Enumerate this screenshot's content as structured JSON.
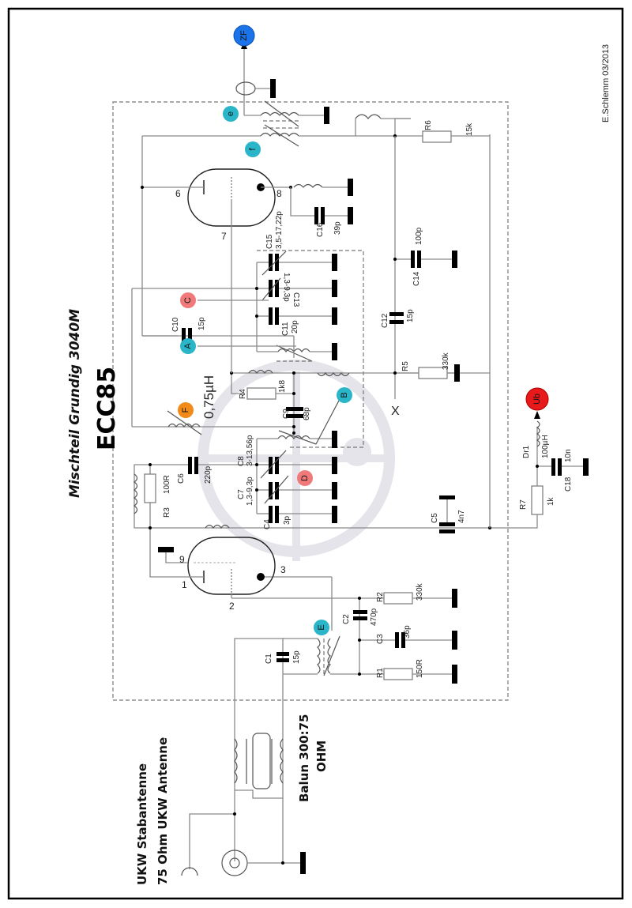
{
  "title": {
    "line1": "Mischteil Grundig 3040M",
    "line2": "ECC85"
  },
  "author": "E.Schlemm 03/2013",
  "antenna": {
    "line1": "UKW Stabantenne",
    "line2": "75 Ohm UKW Antenne",
    "balun1": "Balun 300:75",
    "balun2": "OHM"
  },
  "inductor_label": "0,75µH",
  "x_mark": "X",
  "markers": [
    {
      "id": "ZF",
      "label": "ZF",
      "color": "#1a73e8"
    },
    {
      "id": "Ub",
      "label": "Ub",
      "color": "#e8191a"
    },
    {
      "id": "e",
      "label": "e",
      "color": "#2ab5c9"
    },
    {
      "id": "f",
      "label": "f",
      "color": "#2ab5c9"
    },
    {
      "id": "A",
      "label": "A",
      "color": "#2ab5c9"
    },
    {
      "id": "B",
      "label": "B",
      "color": "#2ab5c9"
    },
    {
      "id": "E",
      "label": "E",
      "color": "#2ab5c9"
    },
    {
      "id": "C",
      "label": "C",
      "color": "#f07a7a"
    },
    {
      "id": "D",
      "label": "D",
      "color": "#f07a7a"
    },
    {
      "id": "F",
      "label": "F",
      "color": "#f28a1a"
    }
  ],
  "tube_pins": {
    "p1": "1",
    "p2": "2",
    "p3": "3",
    "p6": "6",
    "p7": "7",
    "p8": "8",
    "p9": "9"
  },
  "components": {
    "R1": {
      "name": "R1",
      "value": "150R"
    },
    "R2": {
      "name": "R2",
      "value": "330k"
    },
    "R3": {
      "name": "R3",
      "value": "100R"
    },
    "R4": {
      "name": "R4",
      "value": "1k8"
    },
    "R5": {
      "name": "R5",
      "value": "330k"
    },
    "R6": {
      "name": "R6",
      "value": "15k"
    },
    "R7": {
      "name": "R7",
      "value": "1k"
    },
    "C1": {
      "name": "C1",
      "value": "15p"
    },
    "C2": {
      "name": "C2",
      "value": "470p"
    },
    "C3": {
      "name": "C3",
      "value": "36p"
    },
    "C4": {
      "name": "C4",
      "value": "3p"
    },
    "C5": {
      "name": "C5",
      "value": "4n7"
    },
    "C6": {
      "name": "C6",
      "value": "220p"
    },
    "C7": {
      "name": "C7",
      "value": "1,3-9,3p"
    },
    "C8": {
      "name": "C8",
      "value": "3-13,56p"
    },
    "C9": {
      "name": "C9",
      "value": "68p"
    },
    "C10": {
      "name": "C10",
      "value": "15p"
    },
    "C11": {
      "name": "C11",
      "value": "20p"
    },
    "C12": {
      "name": "C12",
      "value": "15p"
    },
    "C13": {
      "name": "C13",
      "value": "1,3-9,3p"
    },
    "C14": {
      "name": "C14",
      "value": "100p"
    },
    "C15": {
      "name": "C15",
      "value": "3,5-17,22p"
    },
    "C16": {
      "name": "C16",
      "value": "39p"
    },
    "C18": {
      "name": "C18",
      "value": "10n"
    },
    "Dr1": {
      "name": "Dr1",
      "value": "100µH"
    }
  }
}
